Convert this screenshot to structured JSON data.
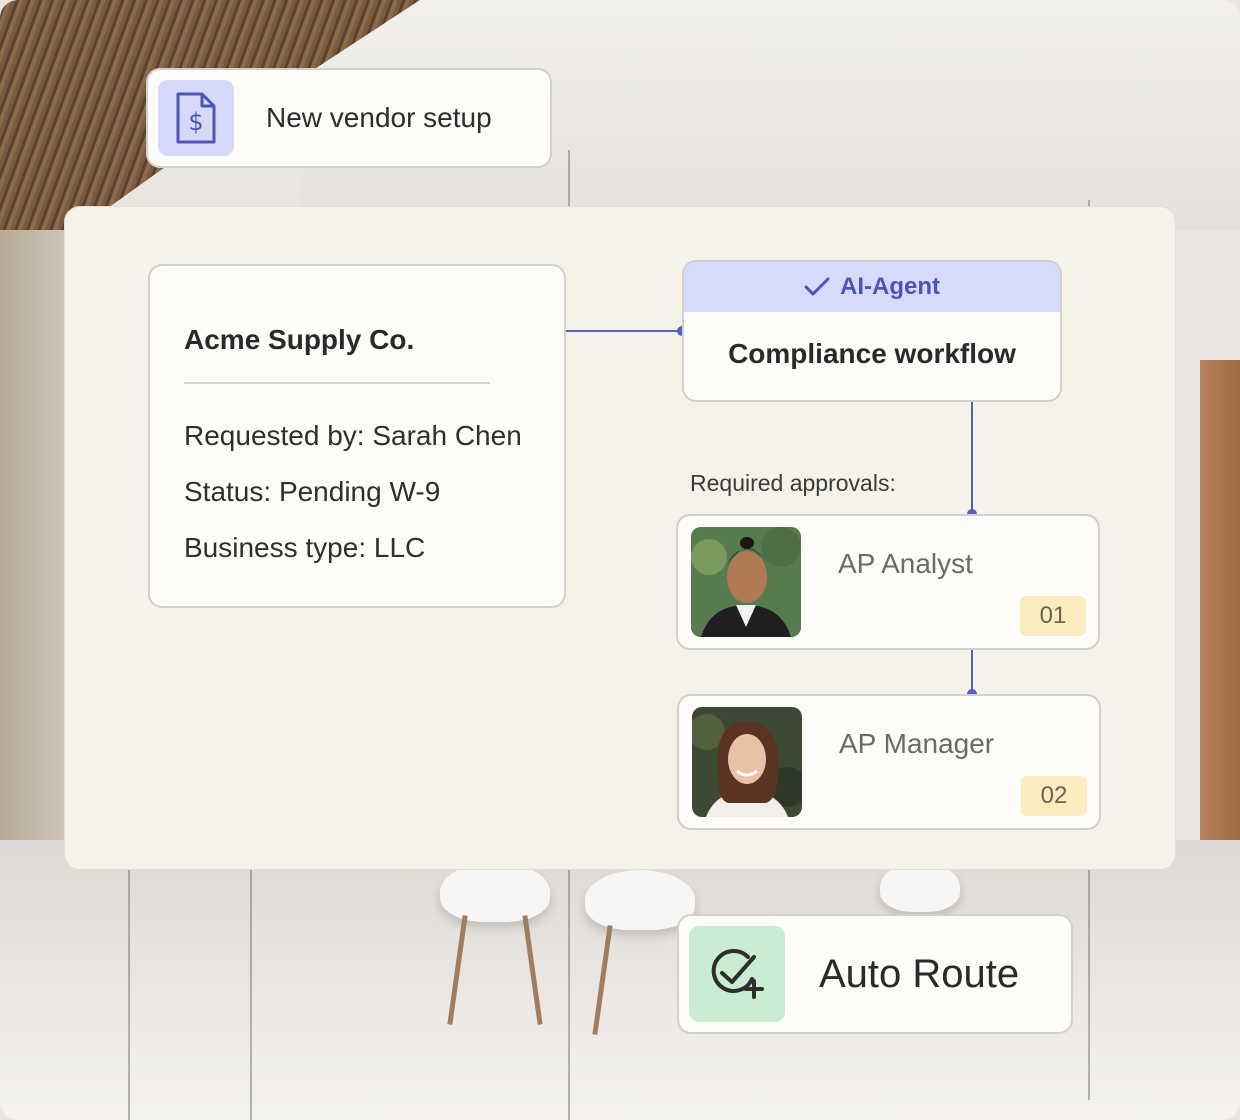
{
  "vendor_chip": {
    "title": "New vendor setup",
    "icon": "dollar-document-icon"
  },
  "vendor_card": {
    "name": "Acme Supply Co.",
    "requested_by": "Requested by: Sarah Chen",
    "status": "Status: Pending W-9",
    "business_type": "Business type: LLC"
  },
  "agent_card": {
    "badge": "AI-Agent",
    "badge_icon": "checkmark-icon",
    "title": "Compliance workflow"
  },
  "approvals": {
    "label": "Required approvals:",
    "items": [
      {
        "role": "AP Analyst",
        "step": "01"
      },
      {
        "role": "AP Manager",
        "step": "02"
      }
    ]
  },
  "auto_route": {
    "title": "Auto Route",
    "icon": "check-plus-icon"
  },
  "colors": {
    "accent": "#5560c4",
    "agent_header": "#d7dbfb",
    "vendor_icon_bg": "#d6dafa",
    "auto_icon_bg": "#c9ecd3",
    "step_badge_bg": "#fbecc0"
  }
}
